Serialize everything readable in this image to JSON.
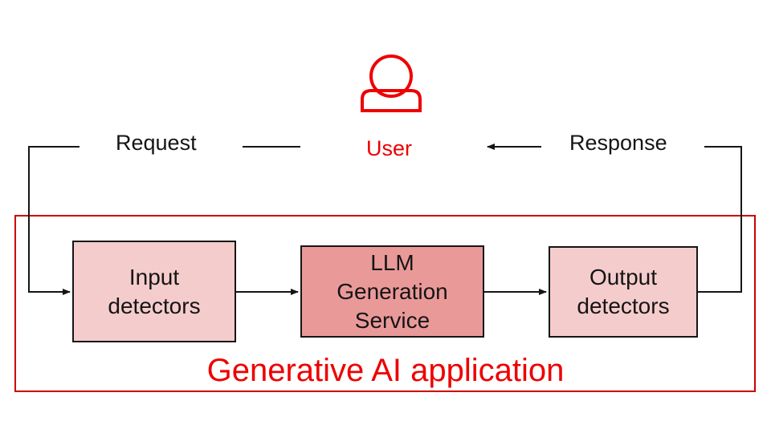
{
  "user": {
    "label": "User"
  },
  "flow": {
    "request_label": "Request",
    "response_label": "Response"
  },
  "application": {
    "title": "Generative AI application",
    "components": {
      "input_detectors": {
        "lines": [
          "Input",
          "detectors"
        ]
      },
      "llm_service": {
        "lines": [
          "LLM",
          "Generation",
          "Service"
        ]
      },
      "output_detectors": {
        "lines": [
          "Output",
          "detectors"
        ]
      }
    }
  },
  "colors": {
    "accent_red": "#ee0000",
    "line": "#151515",
    "detector_fill": "#f5cccc",
    "llm_fill": "#ea9999",
    "background": "#ffffff"
  },
  "icons": {
    "user": "user-icon"
  }
}
